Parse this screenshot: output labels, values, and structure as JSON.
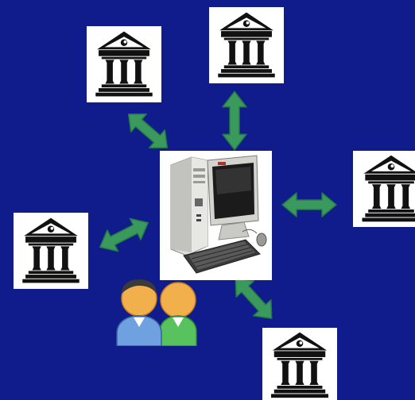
{
  "colors": {
    "background": "#101b8c",
    "arrow": "#3a9a5e",
    "arrow_dark": "#267746",
    "tile": "#ffffff",
    "building": "#111111"
  },
  "diagram": {
    "center": {
      "icon": "desktop-computer-icon"
    },
    "users": {
      "icon": "users-icon"
    },
    "nodes": [
      {
        "name": "bank-node-top-left",
        "icon": "bank-building-icon"
      },
      {
        "name": "bank-node-top",
        "icon": "bank-building-icon"
      },
      {
        "name": "bank-node-right",
        "icon": "bank-building-icon"
      },
      {
        "name": "bank-node-left",
        "icon": "bank-building-icon"
      },
      {
        "name": "bank-node-bottom",
        "icon": "bank-building-icon"
      }
    ],
    "connections": [
      {
        "from": "desktop-computer",
        "to": "bank-node-top-left",
        "direction": "bidirectional"
      },
      {
        "from": "desktop-computer",
        "to": "bank-node-top",
        "direction": "bidirectional"
      },
      {
        "from": "desktop-computer",
        "to": "bank-node-right",
        "direction": "bidirectional"
      },
      {
        "from": "desktop-computer",
        "to": "bank-node-left",
        "direction": "bidirectional"
      },
      {
        "from": "desktop-computer",
        "to": "bank-node-bottom",
        "direction": "bidirectional"
      }
    ]
  }
}
